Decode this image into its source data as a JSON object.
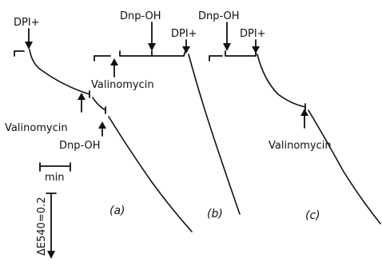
{
  "panels": [
    {
      "label": "(a)",
      "additions": [
        "DPI+",
        "Valinomycin",
        "Dnp-OH"
      ]
    },
    {
      "label": "(b)",
      "additions": [
        "Valinomycin",
        "Dnp-OH",
        "DPI+"
      ]
    },
    {
      "label": "(c)",
      "additions": [
        "Dnp-OH",
        "DPI+",
        "Valinomycin"
      ]
    }
  ],
  "scale_bars": {
    "time_label": "min",
    "absorbance_label": "ΔE540=0.2"
  }
}
